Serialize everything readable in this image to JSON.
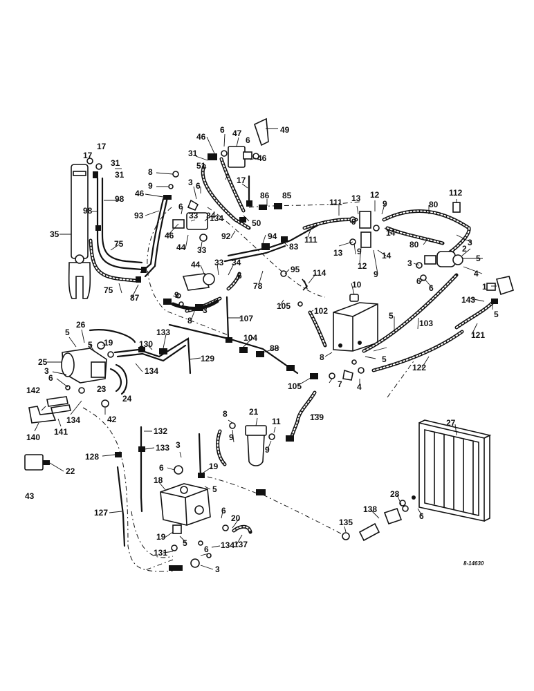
{
  "drawing_number": "8-14630",
  "callouts": {
    "c1": "1",
    "c2": "2",
    "c3a": "3",
    "c3b": "3",
    "c3c": "3",
    "c3d": "3",
    "c3e": "3",
    "c3f": "3",
    "c3g": "3",
    "c4a": "4",
    "c4b": "4",
    "c5a": "5",
    "c5b": "5",
    "c5c": "5",
    "c5d": "5",
    "c5e": "5",
    "c5f": "5",
    "c5g": "5",
    "c5h": "5",
    "c6a": "6",
    "c6b": "6",
    "c6c": "6",
    "c6d": "6",
    "c6e": "6",
    "c6f": "6",
    "c6g": "6",
    "c6h": "6",
    "c6i": "6",
    "c6j": "6",
    "c6k": "6",
    "c6l": "6",
    "c7": "7",
    "c8a": "8",
    "c8b": "8",
    "c8c": "8",
    "c8d": "8",
    "c9a": "9",
    "c9b": "9",
    "c9c": "9",
    "c9d": "9",
    "c9e": "9",
    "c9f": "9",
    "c9g": "9",
    "c9h": "9",
    "c10": "10",
    "c11": "11",
    "c12a": "12",
    "c12b": "12",
    "c13a": "13",
    "c13b": "13",
    "c14a": "14",
    "c14b": "14",
    "c17a": "17",
    "c17b": "17",
    "c17c": "17",
    "c18": "18",
    "c19a": "19",
    "c19b": "19",
    "c19c": "19",
    "c20": "20",
    "c21": "21",
    "c22": "22",
    "c23": "23",
    "c24": "24",
    "c25": "25",
    "c26": "26",
    "c27": "27",
    "c28": "28",
    "c31a": "31",
    "c31b": "31",
    "c31c": "31",
    "c33a": "33",
    "c33b": "33",
    "c33c": "33",
    "c34a": "34",
    "c34b": "34",
    "c35": "35",
    "c42": "42",
    "c43": "43",
    "c44a": "44",
    "c44b": "44",
    "c46a": "46",
    "c46b": "46",
    "c46c": "46",
    "c46d": "46",
    "c47": "47",
    "c49": "49",
    "c50": "50",
    "c51": "51",
    "c75a": "75",
    "c75b": "75",
    "c78": "78",
    "c80a": "80",
    "c80b": "80",
    "c83": "83",
    "c85": "85",
    "c86": "86",
    "c87": "87",
    "c88": "88",
    "c92": "92",
    "c93": "93",
    "c94": "94",
    "c95": "95",
    "c98a": "98",
    "c98b": "98",
    "c102": "102",
    "c103": "103",
    "c104": "104",
    "c105a": "105",
    "c105b": "105",
    "c107": "107",
    "c111a": "111",
    "c111b": "111",
    "c112": "112",
    "c114": "114",
    "c121": "121",
    "c122": "122",
    "c127": "127",
    "c128": "128",
    "c129": "129",
    "c130": "130",
    "c131": "131",
    "c132": "132",
    "c133a": "133",
    "c133b": "133",
    "c134a": "134",
    "c134b": "134",
    "c134c": "134",
    "c134d": "134",
    "c135": "135",
    "c137": "137",
    "c138": "138",
    "c139": "139",
    "c140": "140",
    "c141": "141",
    "c142": "142",
    "c143": "143"
  }
}
